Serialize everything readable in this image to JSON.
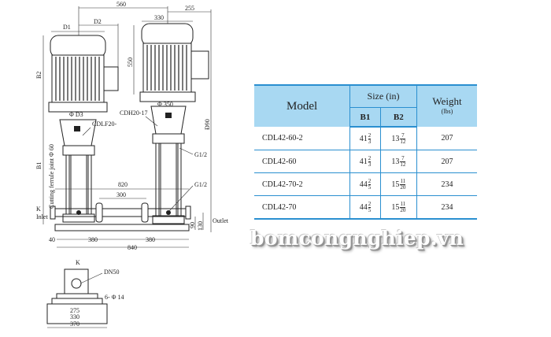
{
  "drawing": {
    "title": "CDL42 pump dimension drawing",
    "labels": {
      "d1": "D1",
      "d2": "D2",
      "b2": "B2",
      "b1": "B1",
      "d3": "Φ D3",
      "dim_560": "560",
      "dim_330_top": "330",
      "dim_255": "255",
      "dim_550": "550",
      "dim_350": "Φ 350",
      "cdh": "CDH20-17",
      "cdlf": "CDLF20-",
      "ferrule": "Cutting ferrule joint Φ 60",
      "dn_940": "Đ90",
      "g12_upper": "G1/2",
      "g12_lower": "G1/2",
      "dim_820": "820",
      "dim_300": "300",
      "k_side": "K",
      "inlet": "Inlet",
      "outlet": "Outlet",
      "dim_90": "90",
      "dim_130": "130",
      "dim_40": "40",
      "dim_380_a": "380",
      "dim_380_b": "380",
      "dim_840": "840",
      "k_bottom": "K",
      "dn50": "DN50",
      "holes": "6- Φ 14",
      "dim_275": "275",
      "dim_330_bottom": "330",
      "dim_370": "370"
    }
  },
  "table": {
    "headers": {
      "model": "Model",
      "size": "Size (in)",
      "weight": "Weight",
      "weight_unit": "(lbs)",
      "b1": "B1",
      "b2": "B2"
    },
    "rows": [
      {
        "model": "CDL42-60-2",
        "b1_whole": "41",
        "b1_num": "2",
        "b1_den": "3",
        "b2_whole": "13",
        "b2_num": "7",
        "b2_den": "12",
        "weight": "207"
      },
      {
        "model": "CDL42-60",
        "b1_whole": "41",
        "b1_num": "2",
        "b1_den": "3",
        "b2_whole": "13",
        "b2_num": "7",
        "b2_den": "12",
        "weight": "207"
      },
      {
        "model": "CDL42-70-2",
        "b1_whole": "44",
        "b1_num": "2",
        "b1_den": "5",
        "b2_whole": "15",
        "b2_num": "11",
        "b2_den": "20",
        "weight": "234"
      },
      {
        "model": "CDL42-70",
        "b1_whole": "44",
        "b1_num": "2",
        "b1_den": "5",
        "b2_whole": "15",
        "b2_num": "11",
        "b2_den": "20",
        "weight": "234"
      }
    ],
    "colors": {
      "header_bg": "#a8d8f2",
      "border": "#2a8fd0"
    }
  },
  "watermark": {
    "text": "bomcongnghiep.vn"
  }
}
